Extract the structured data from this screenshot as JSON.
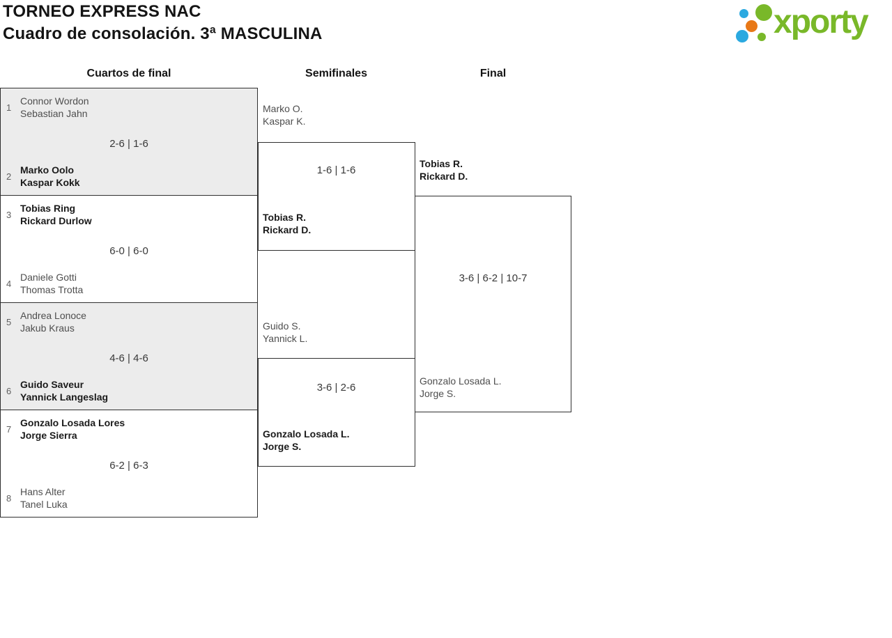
{
  "header": {
    "title_line1": "TORNEO EXPRESS NAC",
    "title_line2": "Cuadro de consolación. 3ª MASCULINA"
  },
  "logo": {
    "text": "xporty",
    "colors": {
      "green": "#79b829",
      "blue": "#2ba9e0",
      "orange": "#e87817"
    }
  },
  "round_labels": {
    "quarterfinals": "Cuartos de final",
    "semifinals": "Semifinales",
    "final": "Final"
  },
  "matches": {
    "qf1": {
      "seed_top": "1",
      "top_line1": "Connor Wordon",
      "top_line2": "Sebastian Jahn",
      "score": "2-6 | 1-6",
      "seed_bottom": "2",
      "bottom_line1": "Marko Oolo",
      "bottom_line2": "Kaspar Kokk",
      "winner": "bottom"
    },
    "qf2": {
      "seed_top": "3",
      "top_line1": "Tobias Ring",
      "top_line2": "Rickard Durlow",
      "score": "6-0 | 6-0",
      "seed_bottom": "4",
      "bottom_line1": "Daniele Gotti",
      "bottom_line2": "Thomas Trotta",
      "winner": "top"
    },
    "qf3": {
      "seed_top": "5",
      "top_line1": "Andrea Lonoce",
      "top_line2": "Jakub Kraus",
      "score": "4-6 | 4-6",
      "seed_bottom": "6",
      "bottom_line1": "Guido Saveur",
      "bottom_line2": "Yannick Langeslag",
      "winner": "bottom"
    },
    "qf4": {
      "seed_top": "7",
      "top_line1": "Gonzalo Losada Lores",
      "top_line2": "Jorge Sierra",
      "score": "6-2 | 6-3",
      "seed_bottom": "8",
      "bottom_line1": "Hans Alter",
      "bottom_line2": "Tanel Luka",
      "winner": "top"
    },
    "sf1": {
      "top_line1": "Marko O.",
      "top_line2": "Kaspar K.",
      "score": "1-6 | 1-6",
      "bottom_line1": "Tobias R.",
      "bottom_line2": "Rickard D.",
      "winner": "bottom"
    },
    "sf2": {
      "top_line1": "Guido S.",
      "top_line2": "Yannick L.",
      "score": "3-6 | 2-6",
      "bottom_line1": "Gonzalo Losada L.",
      "bottom_line2": "Jorge S.",
      "winner": "bottom"
    },
    "final": {
      "top_line1": "Tobias R.",
      "top_line2": "Rickard D.",
      "score": "3-6 | 6-2 | 10-7",
      "bottom_line1": "Gonzalo Losada L.",
      "bottom_line2": "Jorge S.",
      "winner": "top"
    }
  },
  "colors": {
    "box_alt_bg": "#ececec",
    "border": "#2f2f2f"
  }
}
